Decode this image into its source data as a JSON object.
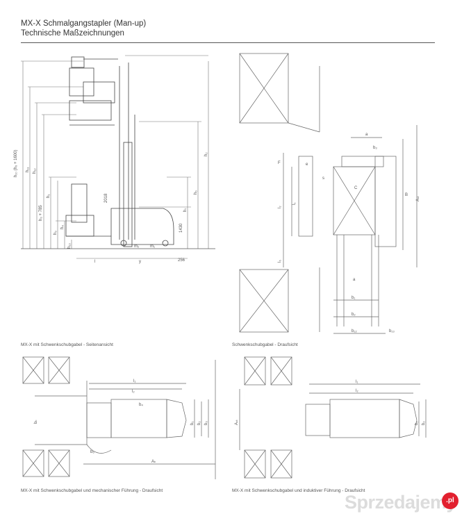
{
  "header": {
    "title": "MX-X Schmalgangstapler (Man-up)",
    "subtitle": "Technische Maßzeichnungen"
  },
  "captions": {
    "side_view": "MX-X mit Schwenkschubgabel - Seitenansicht",
    "top_view": "Schwenkschubgabel - Draufsicht",
    "mech_guidance": "MX-X mit Schwenkschubgabel und mechanischer Führung - Draufsicht",
    "ind_guidance": "MX-X mit Schwenkschubgabel und induktiver Führung - Draufsicht"
  },
  "side_view_labels": {
    "h_left_vertical": "h₁₀ (h₃ + 1600)",
    "h_plus_785": "h₃ + 785",
    "dim_2018": "2018",
    "dim_1430": "1430",
    "dim_256": "256",
    "label_l": "l",
    "label_y": "y",
    "h_labels": [
      "h₁₁",
      "h₁₂",
      "h₁",
      "h₃",
      "h₄",
      "h₂",
      "h₆",
      "h₇",
      "h₁₃"
    ],
    "m_labels": [
      "m₂",
      "m₁"
    ]
  },
  "top_view_labels": {
    "a": "a",
    "b": "b",
    "c": "C",
    "s": "s",
    "e": "e",
    "f": "F",
    "B": "B",
    "Ast": "Aₛₜ",
    "b_sub": [
      "b₁",
      "b₂",
      "b₁₂",
      "b₁₃",
      "b₃"
    ],
    "l_sub": [
      "l₁",
      "l₂",
      "l₆"
    ]
  },
  "bottom_labels": {
    "l1": "l₁",
    "l2": "l₂",
    "bk": "bₖ",
    "ast": "Aₛₜ",
    "ak": "Aₖ",
    "b_dims": [
      "b₁",
      "b₂",
      "b₃",
      "b₄",
      "b₅"
    ]
  },
  "watermark": {
    "text": "Sprzedajemy",
    "badge": ".pl"
  }
}
